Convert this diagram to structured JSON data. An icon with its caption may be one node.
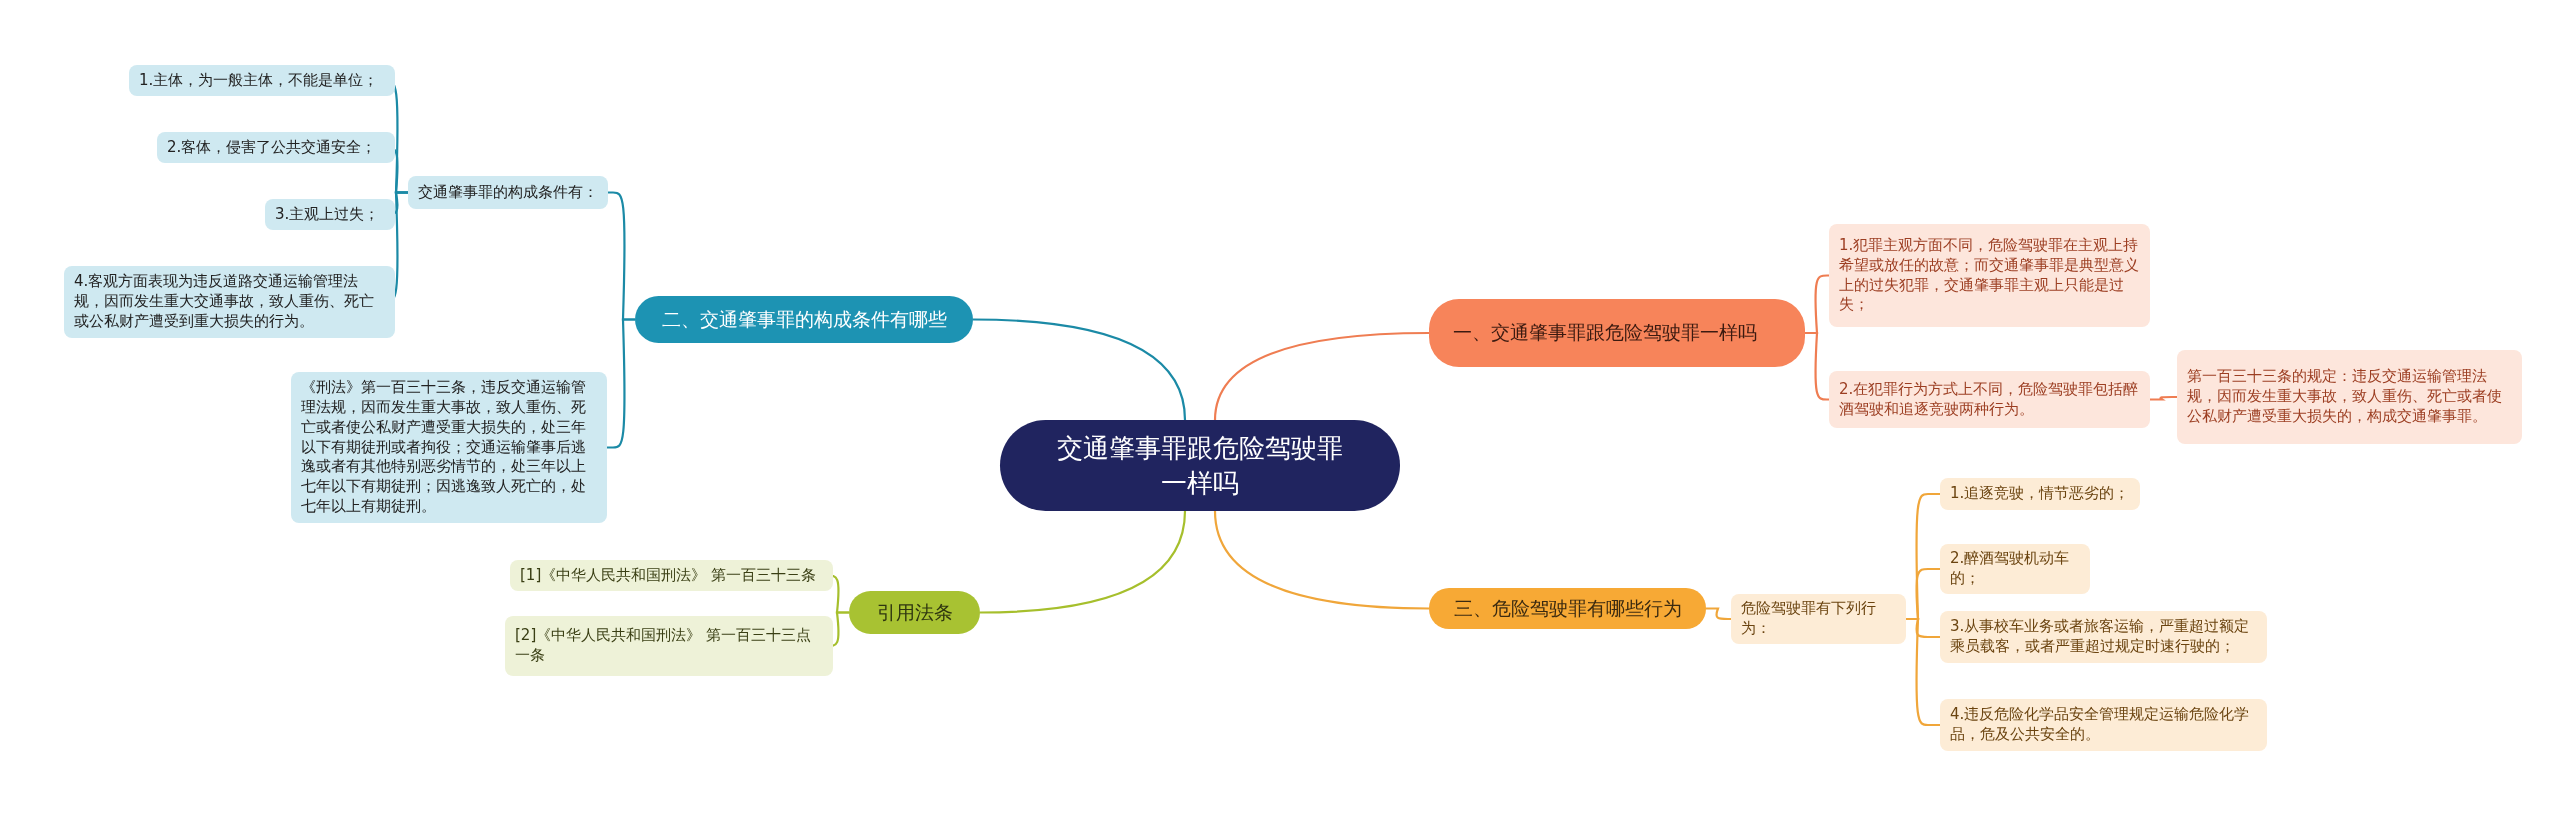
{
  "diagram": {
    "nodes": [
      {
        "text": [
          "交通肇事罪跟危险驾驶罪一样吗"
        ]
      },
      {
        "text": [
          "一、交通肇事罪跟危险驾驶罪一样吗"
        ]
      },
      {
        "text": [
          "1.犯罪主观方面不同，危险驾驶罪在主观上持希望或放任的故意；而交通肇事罪是典型意义上的过失犯罪，交通肇事罪主观上只能是过失；"
        ]
      },
      {
        "text": [
          "2.在犯罪行为方式上不同，危险驾驶罪包括醉酒驾驶和追逐竞驶两种行为。"
        ]
      },
      {
        "text": [
          "第一百三十三条的规定：违反交通运输管理法规，因而发生重大事故，致人重伤、死亡或者使公私财产遭受重大损失的，构成交通肇事罪。"
        ]
      },
      {
        "text": [
          "二、交通肇事罪的构成条件有哪些"
        ]
      },
      {
        "text": [
          "交通肇事罪的构成条件有："
        ]
      },
      {
        "text": [
          "1.主体，为一般主体，不能是单位；"
        ]
      },
      {
        "text": [
          "2.客体，侵害了公共交通安全；"
        ]
      },
      {
        "text": [
          "3.主观上过失；"
        ]
      },
      {
        "text": [
          "4.客观方面表现为违反道路交通运输管理法规，因而发生重大交通事故，致人重伤、死亡或公私财产遭受到重大损失的行为。"
        ]
      },
      {
        "text": [
          "《刑法》第一百三十三条，违反交通运输管理法规，因而发生重大事故，致人重伤、死亡或者使公私财产遭受重大损失的，处三年以下有期徒刑或者拘役；交通运输肇事后逃逸或者有其他特别恶劣情节的，处三年以上七年以下有期徒刑；因逃逸致人死亡的，处七年以上有期徒刑。"
        ]
      },
      {
        "text": [
          "三、危险驾驶罪有哪些行为"
        ]
      },
      {
        "text": [
          "危险驾驶罪有下列行为："
        ]
      },
      {
        "text": [
          "1.追逐竞驶，情节恶劣的；"
        ]
      },
      {
        "text": [
          "2.醉酒驾驶机动车的；"
        ]
      },
      {
        "text": [
          "3.从事校车业务或者旅客运输，严重超过额定乘员载客，或者严重超过规定时速行驶的；"
        ]
      },
      {
        "text": [
          "4.违反危险化学品安全管理规定运输危险化学品，危及公共安全的。"
        ]
      },
      {
        "text": [
          "引用法条"
        ]
      },
      {
        "text": [
          "[1]《中华人民共和国刑法》 第一百三十三条"
        ]
      },
      {
        "text": [
          "[2]《中华人民共和国刑法》 第一百三十三点一条"
        ]
      }
    ],
    "edges": [
      {
        "from": 0,
        "to": 1,
        "arrow": "none",
        "color": "#ef7d52"
      },
      {
        "from": 1,
        "to": 2,
        "arrow": "none",
        "color": "#ef7d52"
      },
      {
        "from": 1,
        "to": 3,
        "arrow": "none",
        "color": "#ef7d52"
      },
      {
        "from": 3,
        "to": 4,
        "arrow": "none",
        "color": "#ef7d52"
      },
      {
        "from": 0,
        "to": 5,
        "arrow": "none",
        "color": "#1b8aa6"
      },
      {
        "from": 5,
        "to": 6,
        "arrow": "none",
        "color": "#1b8aa6"
      },
      {
        "from": 6,
        "to": 7,
        "arrow": "none",
        "color": "#1b8aa6"
      },
      {
        "from": 6,
        "to": 8,
        "arrow": "none",
        "color": "#1b8aa6"
      },
      {
        "from": 6,
        "to": 9,
        "arrow": "none",
        "color": "#1b8aa6"
      },
      {
        "from": 6,
        "to": 10,
        "arrow": "none",
        "color": "#1b8aa6"
      },
      {
        "from": 5,
        "to": 11,
        "arrow": "none",
        "color": "#1b8aa6"
      },
      {
        "from": 0,
        "to": 12,
        "arrow": "none",
        "color": "#f0a63a"
      },
      {
        "from": 12,
        "to": 13,
        "arrow": "none",
        "color": "#f0a63a"
      },
      {
        "from": 13,
        "to": 14,
        "arrow": "none",
        "color": "#f0a63a"
      },
      {
        "from": 13,
        "to": 15,
        "arrow": "none",
        "color": "#f0a63a"
      },
      {
        "from": 13,
        "to": 16,
        "arrow": "none",
        "color": "#f0a63a"
      },
      {
        "from": 13,
        "to": 17,
        "arrow": "none",
        "color": "#f0a63a"
      },
      {
        "from": 0,
        "to": 18,
        "arrow": "none",
        "color": "#a6bf2c"
      },
      {
        "from": 18,
        "to": 19,
        "arrow": "none",
        "color": "#a6bf2c"
      },
      {
        "from": 18,
        "to": 20,
        "arrow": "none",
        "color": "#a6bf2c"
      }
    ]
  }
}
